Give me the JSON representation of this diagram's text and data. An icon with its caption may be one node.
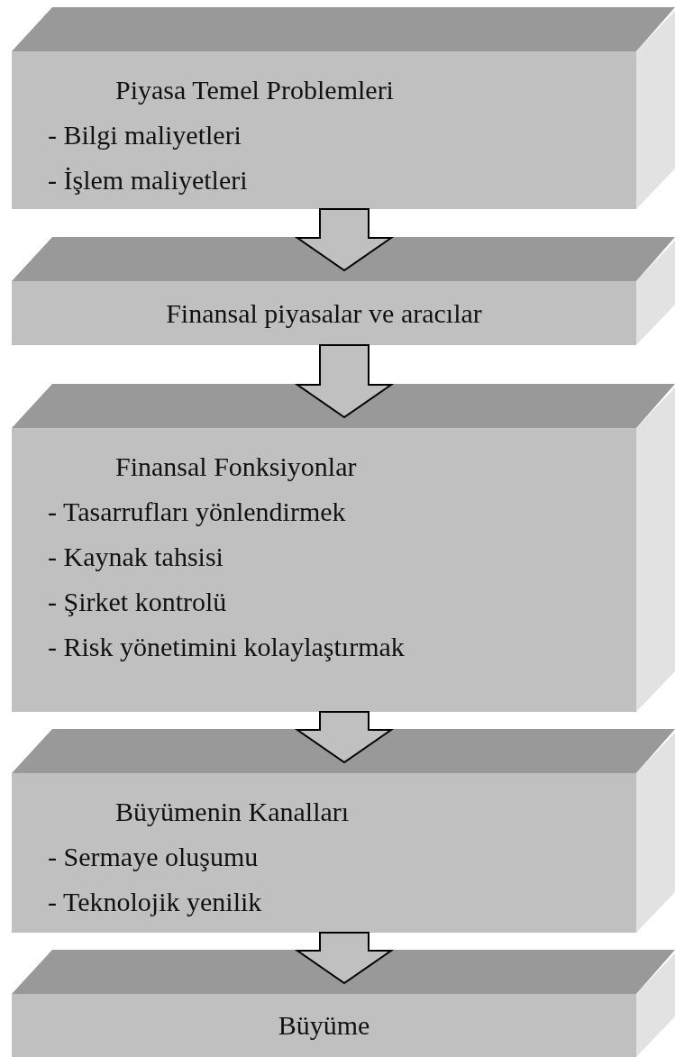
{
  "diagram": {
    "nodes": [
      {
        "text": [
          "Piyasa Temel Problemleri",
          "- Bilgi maliyetleri",
          "- İşlem maliyetleri"
        ]
      },
      {
        "text": [
          "Finansal piyasalar ve aracılar"
        ]
      },
      {
        "text": [
          "Finansal Fonksiyonlar",
          "- Tasarrufları yönlendirmek",
          "- Kaynak tahsisi",
          "- Şirket kontrolü",
          "- Risk yönetimini kolaylaştırmak"
        ]
      },
      {
        "text": [
          "Büyümenin Kanalları",
          "- Sermaye oluşumu",
          "- Teknolojik yenilik"
        ]
      },
      {
        "text": [
          "Büyüme"
        ]
      }
    ],
    "edges": [
      {
        "from": 0,
        "to": 1,
        "arrow": "to"
      },
      {
        "from": 1,
        "to": 2,
        "arrow": "to"
      },
      {
        "from": 2,
        "to": 3,
        "arrow": "to"
      },
      {
        "from": 3,
        "to": 4,
        "arrow": "to"
      }
    ]
  }
}
